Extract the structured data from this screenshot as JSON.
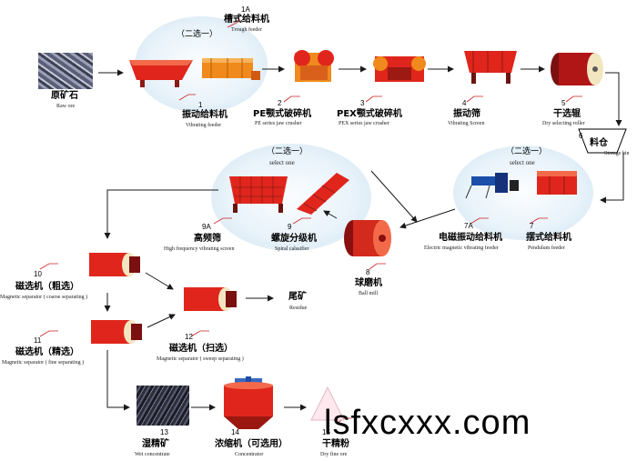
{
  "watermark": "lsfxcxxx.com",
  "choose_one_zh": "（二选一）",
  "select_one_en": "select one",
  "select_one_en_2": "select one",
  "choose_one_zh_2": "（二选一）",
  "choose_one_zh_3": "（二选一）",
  "nodes": {
    "raw_ore": {
      "zh": "原矿石",
      "en": "Raw ore"
    },
    "n1": {
      "num": "1",
      "zh": "振动给料机",
      "en": "Vibrating feeder"
    },
    "n1a": {
      "num": "1A",
      "zh": "槽式给料机",
      "en": "Trough feeder"
    },
    "n2": {
      "num": "2",
      "zh": "PE颚式破碎机",
      "en": "PE series jaw crusher"
    },
    "n3": {
      "num": "3",
      "zh": "PEX颚式破碎机",
      "en": "PEX series jaw crusher"
    },
    "n4": {
      "num": "4",
      "zh": "振动筛",
      "en": "Vibrating Screen"
    },
    "n5": {
      "num": "5",
      "zh": "干选辊",
      "en": "Dry selecting roller"
    },
    "n6": {
      "num": "6",
      "zh": "料仓",
      "en": "Storage bin"
    },
    "n7": {
      "num": "7",
      "zh": "摆式给料机",
      "en": "Pendulum feeder"
    },
    "n7a": {
      "num": "7A",
      "zh": "电磁振动给料机",
      "en": "Electric magnetic vibrating feeder"
    },
    "n8": {
      "num": "8",
      "zh": "球磨机",
      "en": "Ball mill"
    },
    "n9": {
      "num": "9",
      "zh": "螺旋分级机",
      "en": "Spiral calssifier"
    },
    "n9a": {
      "num": "9A",
      "zh": "高频筛",
      "en": "High frequency vibrating screen"
    },
    "n10": {
      "num": "10",
      "zh": "磁选机（粗选）",
      "en": "Magnetic separator ( coarse separating )"
    },
    "n11": {
      "num": "11",
      "zh": "磁选机（精选）",
      "en": "Magnetic separator ( fine separating )"
    },
    "n12": {
      "num": "12",
      "zh": "磁选机（扫选）",
      "en": "Magnetic separator ( sweep separating )"
    },
    "residue": {
      "zh": "尾矿",
      "en": "Residue"
    },
    "n13": {
      "num": "13",
      "zh": "湿精矿",
      "en": "Wet concentrate"
    },
    "n14": {
      "num": "14",
      "zh": "浓缩机（可选用）",
      "en": "Concentrator"
    },
    "n15": {
      "num": "15",
      "zh": "干精粉",
      "en": "Dry fine ore"
    }
  },
  "colors": {
    "machine_red": "#e0261c",
    "machine_orange": "#f08a1c",
    "arrow": "#1a1a1a",
    "ellipse_bg": "#e9f3fa"
  }
}
